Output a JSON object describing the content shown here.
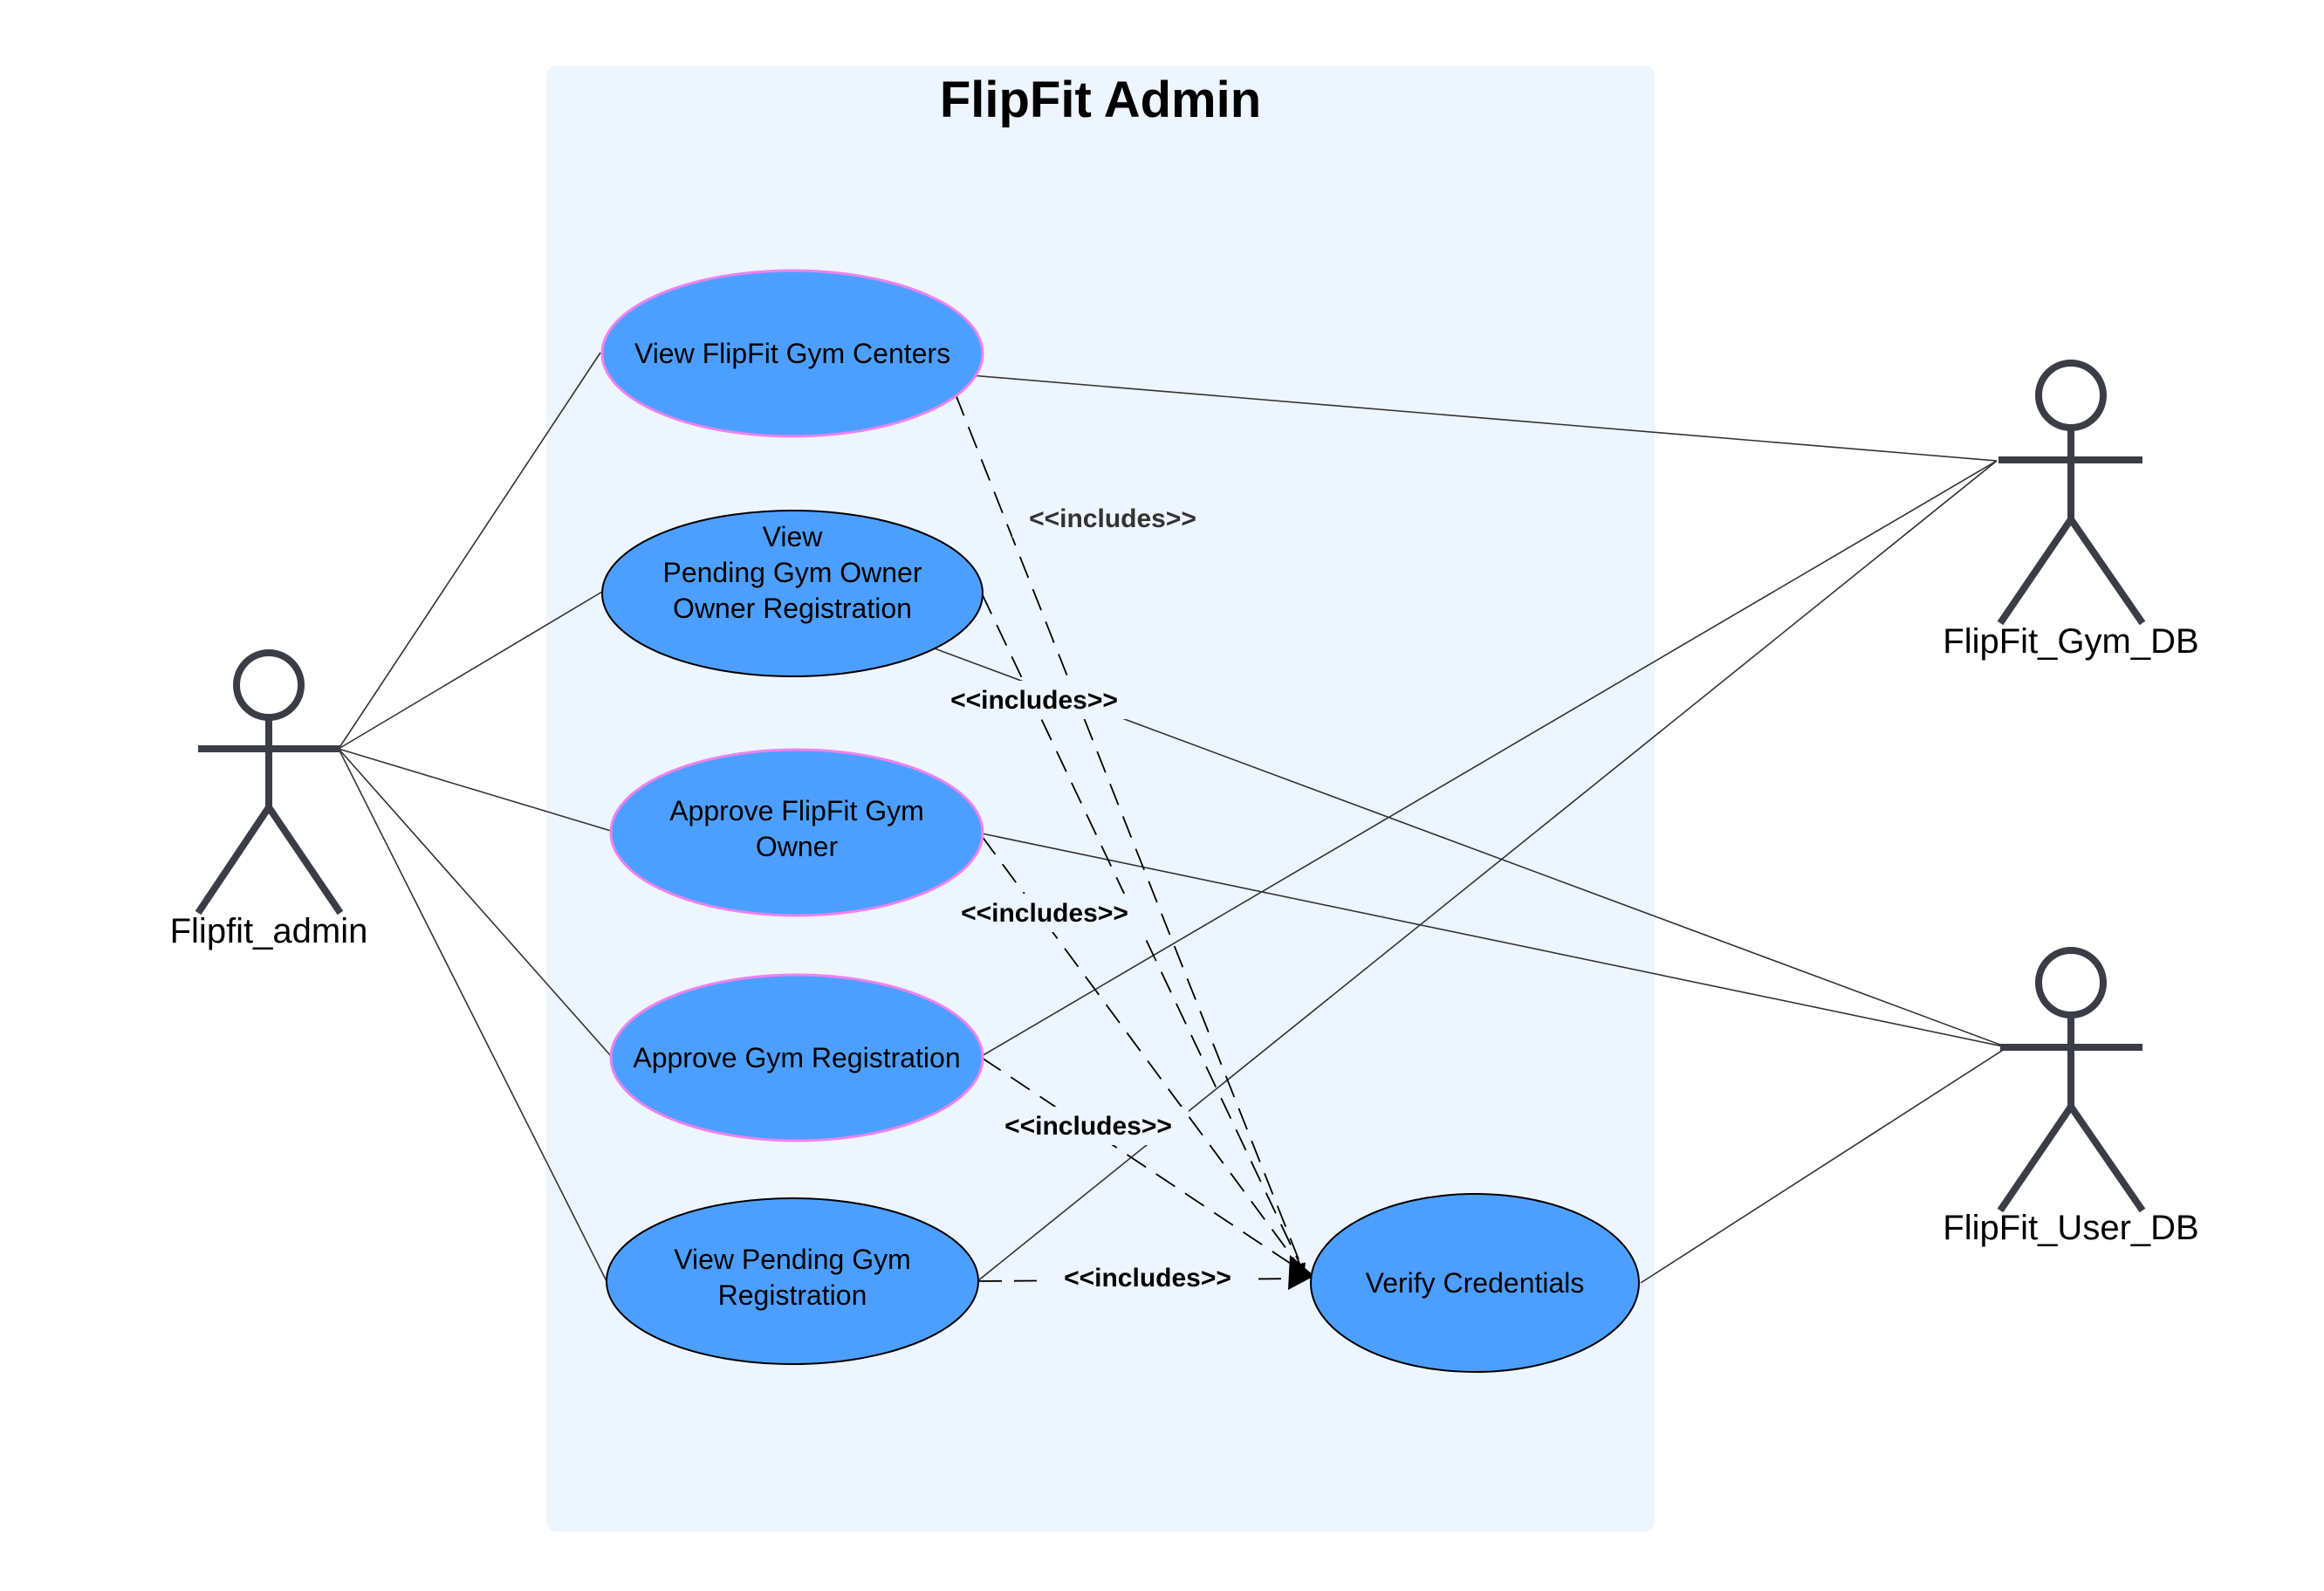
{
  "system": {
    "title": "FlipFit Admin"
  },
  "actors": {
    "admin": "Flipfit_admin",
    "gym_db": "FlipFit_Gym_DB",
    "user_db": "FlipFit_User_DB"
  },
  "use_cases": {
    "view_gym_centers": [
      "View FlipFit Gym Centers"
    ],
    "view_pending_owner": [
      "View",
      "Pending Gym Owner",
      "Owner Registration"
    ],
    "approve_owner": [
      "Approve FlipFit Gym",
      "Owner"
    ],
    "approve_gym": [
      "Approve Gym Registration"
    ],
    "view_pending_gym": [
      "View Pending Gym",
      "Registration"
    ],
    "verify": [
      "Verify Credentials"
    ]
  },
  "relations": {
    "includes": "<<includes>>"
  },
  "colors": {
    "system_bg": "#edf5fe",
    "usecase_fill": "#4d9fff",
    "highlight_border": "#ee82ee",
    "actor_stroke": "#3a3d45"
  }
}
